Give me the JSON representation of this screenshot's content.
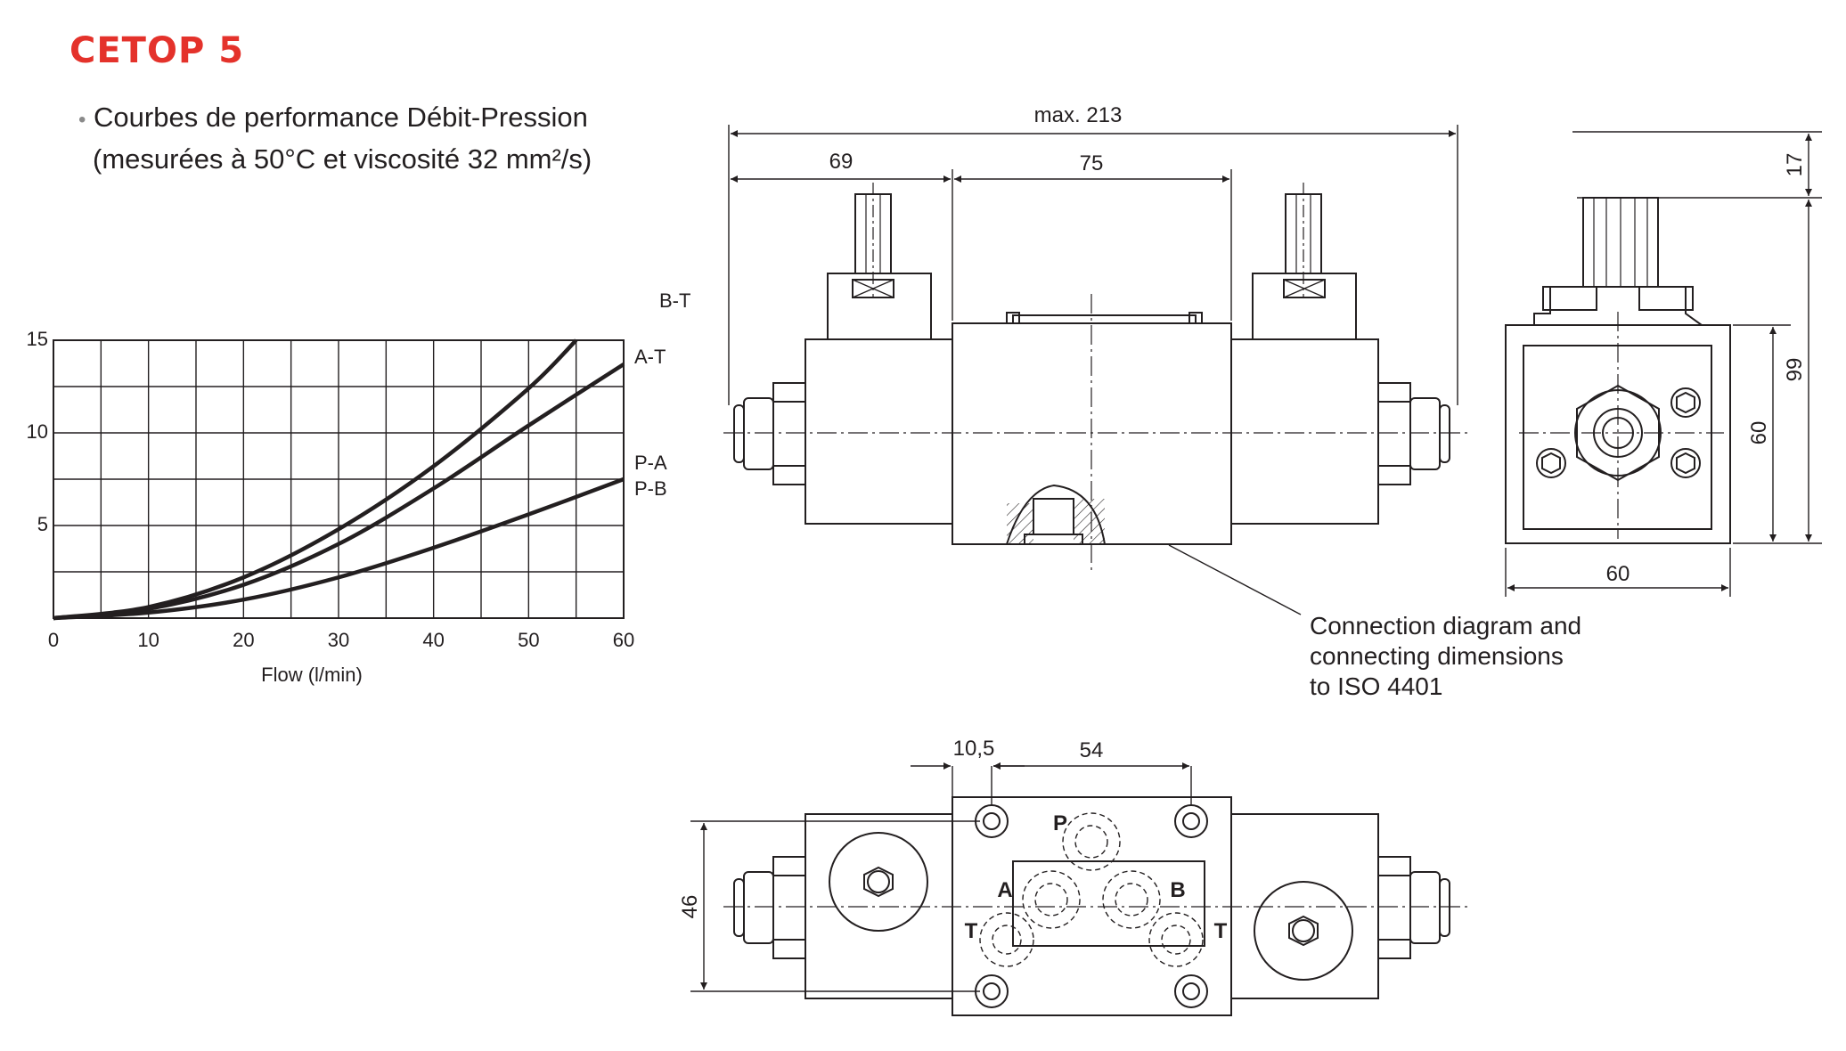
{
  "header": {
    "brand": "CETOP 5",
    "brand_color": "#e4322b",
    "subtitle_line1": "Courbes de performance Débit-Pression",
    "subtitle_line2": "(mesurées à 50°C et viscosité 32 mm²/s)"
  },
  "chart_data": {
    "type": "line",
    "xlabel": "Flow (l/min)",
    "ylabel": "",
    "xlim": [
      0,
      60
    ],
    "ylim": [
      0,
      15
    ],
    "x_ticks": [
      "0",
      "10",
      "20",
      "30",
      "40",
      "50",
      "60"
    ],
    "y_ticks": [
      "5",
      "10",
      "15"
    ],
    "grid": true,
    "series": [
      {
        "name": "B-T",
        "x": [
          0,
          10,
          20,
          30,
          40,
          50,
          55
        ],
        "y": [
          0,
          0.6,
          2.2,
          4.8,
          8.2,
          12.4,
          15
        ]
      },
      {
        "name": "A-T",
        "x": [
          0,
          10,
          20,
          30,
          40,
          50,
          60
        ],
        "y": [
          0,
          0.5,
          1.8,
          4.0,
          7.0,
          10.4,
          13.7
        ]
      },
      {
        "name": "P-A / P-B",
        "x": [
          0,
          10,
          20,
          30,
          40,
          50,
          60
        ],
        "y": [
          0,
          0.3,
          1.0,
          2.2,
          3.8,
          5.6,
          7.5
        ]
      }
    ],
    "legend_labels": [
      "B-T",
      "A-T",
      "P-A",
      "P-B"
    ]
  },
  "dimensions": {
    "overall_length": "max. 213",
    "coil_left": "69",
    "body_width": "75",
    "top_height": "17",
    "total_height": "99",
    "body_height": "60",
    "side_width": "60",
    "port_offset": "10,5",
    "port_spacing": "54",
    "bottom_height": "46"
  },
  "ports": {
    "p": "P",
    "a": "A",
    "b": "B",
    "t_left": "T",
    "t_right": "T"
  },
  "callout": {
    "line1": "Connection diagram and",
    "line2": "connecting dimensions",
    "line3": "to ISO 4401"
  }
}
